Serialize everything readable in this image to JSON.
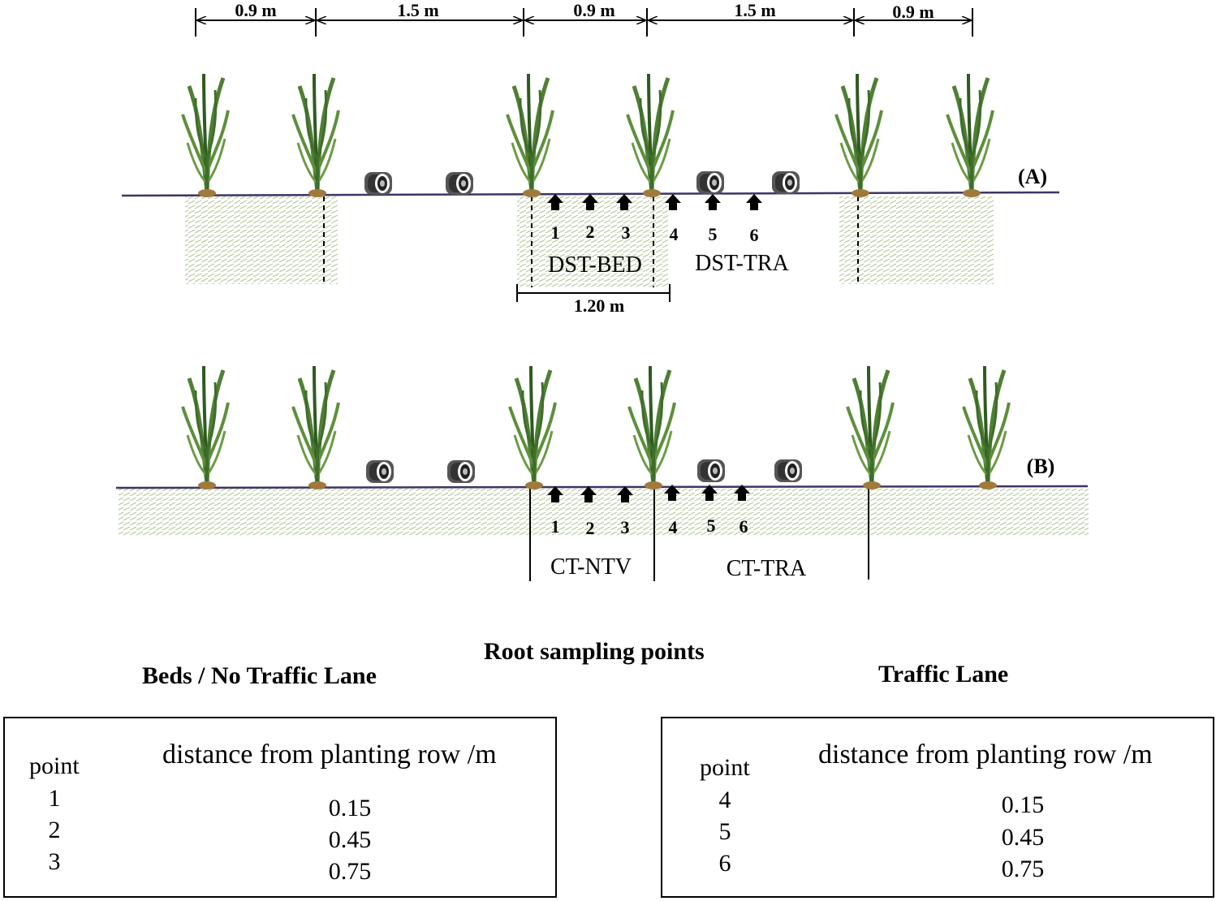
{
  "dimensions": [
    "0.9 m",
    "1.5 m",
    "0.9 m",
    "1.5 m",
    "0.9 m"
  ],
  "panel_a": {
    "label": "(A)",
    "bed_width": "1.20 m",
    "zones": [
      "DST-BED",
      "DST-TRA"
    ],
    "points": [
      "1",
      "2",
      "3",
      "4",
      "5",
      "6"
    ]
  },
  "panel_b": {
    "label": "(B)",
    "zones": [
      "CT-NTV",
      "CT-TRA"
    ],
    "points": [
      "1",
      "2",
      "3",
      "4",
      "5",
      "6"
    ]
  },
  "colors": {
    "plant": "#4f7f34",
    "plant_dark": "#2f5a20",
    "ground": "#3d3466",
    "soil_hatch": "#b5c79a",
    "root": "#a07a3c"
  },
  "icons": {
    "plant": "sugarcane-plant-icon",
    "wheel": "tire-icon",
    "arrow": "up-arrow-icon"
  },
  "sampling": {
    "title": "Root sampling points",
    "left": {
      "title": "Beds / No Traffic  Lane",
      "point_header": "point",
      "distance_header": "distance from planting row /m",
      "rows": [
        {
          "point": "1",
          "distance": "0.15"
        },
        {
          "point": "2",
          "distance": "0.45"
        },
        {
          "point": "3",
          "distance": "0.75"
        }
      ]
    },
    "right": {
      "title": "Traffic  Lane",
      "point_header": "point",
      "distance_header": "distance from planting row /m",
      "rows": [
        {
          "point": "4",
          "distance": "0.15"
        },
        {
          "point": "5",
          "distance": "0.45"
        },
        {
          "point": "6",
          "distance": "0.75"
        }
      ]
    }
  }
}
